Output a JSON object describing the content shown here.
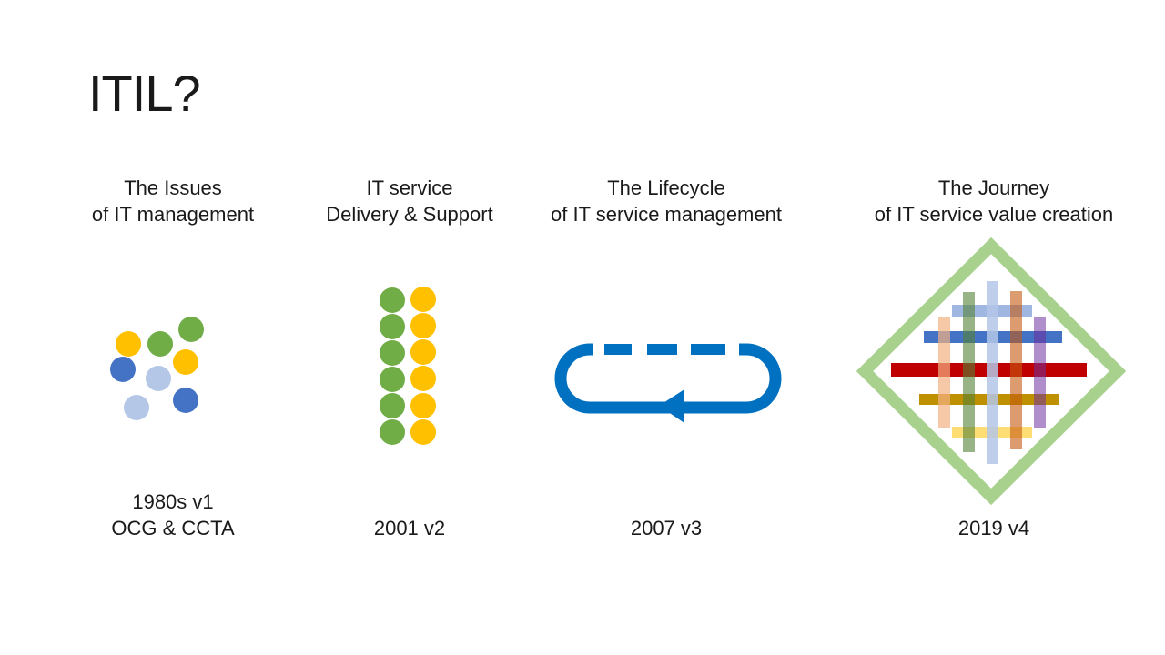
{
  "slide": {
    "title": "ITIL?"
  },
  "stages": [
    {
      "heading": [
        "The Issues",
        "of IT management"
      ],
      "footer": [
        "1980s v1",
        "OCG & CCTA"
      ],
      "icon": "scattered-dots-icon"
    },
    {
      "heading": [
        "IT service",
        "Delivery & Support"
      ],
      "footer": [
        "2001 v2"
      ],
      "icon": "dot-columns-icon"
    },
    {
      "heading": [
        "The Lifecycle",
        "of IT service management"
      ],
      "footer": [
        "2007 v3"
      ],
      "icon": "lifecycle-loop-icon"
    },
    {
      "heading": [
        "The Journey",
        "of IT service value creation"
      ],
      "footer": [
        "2019 v4"
      ],
      "icon": "value-weave-diamond-icon"
    }
  ],
  "colors": {
    "green": "#70ad47",
    "yellow": "#ffc000",
    "blue": "#4472c4",
    "light_blue": "#b4c7e7",
    "loop_blue": "#0070c0",
    "diamond_green": "#a9d18e",
    "red": "#c00000"
  }
}
